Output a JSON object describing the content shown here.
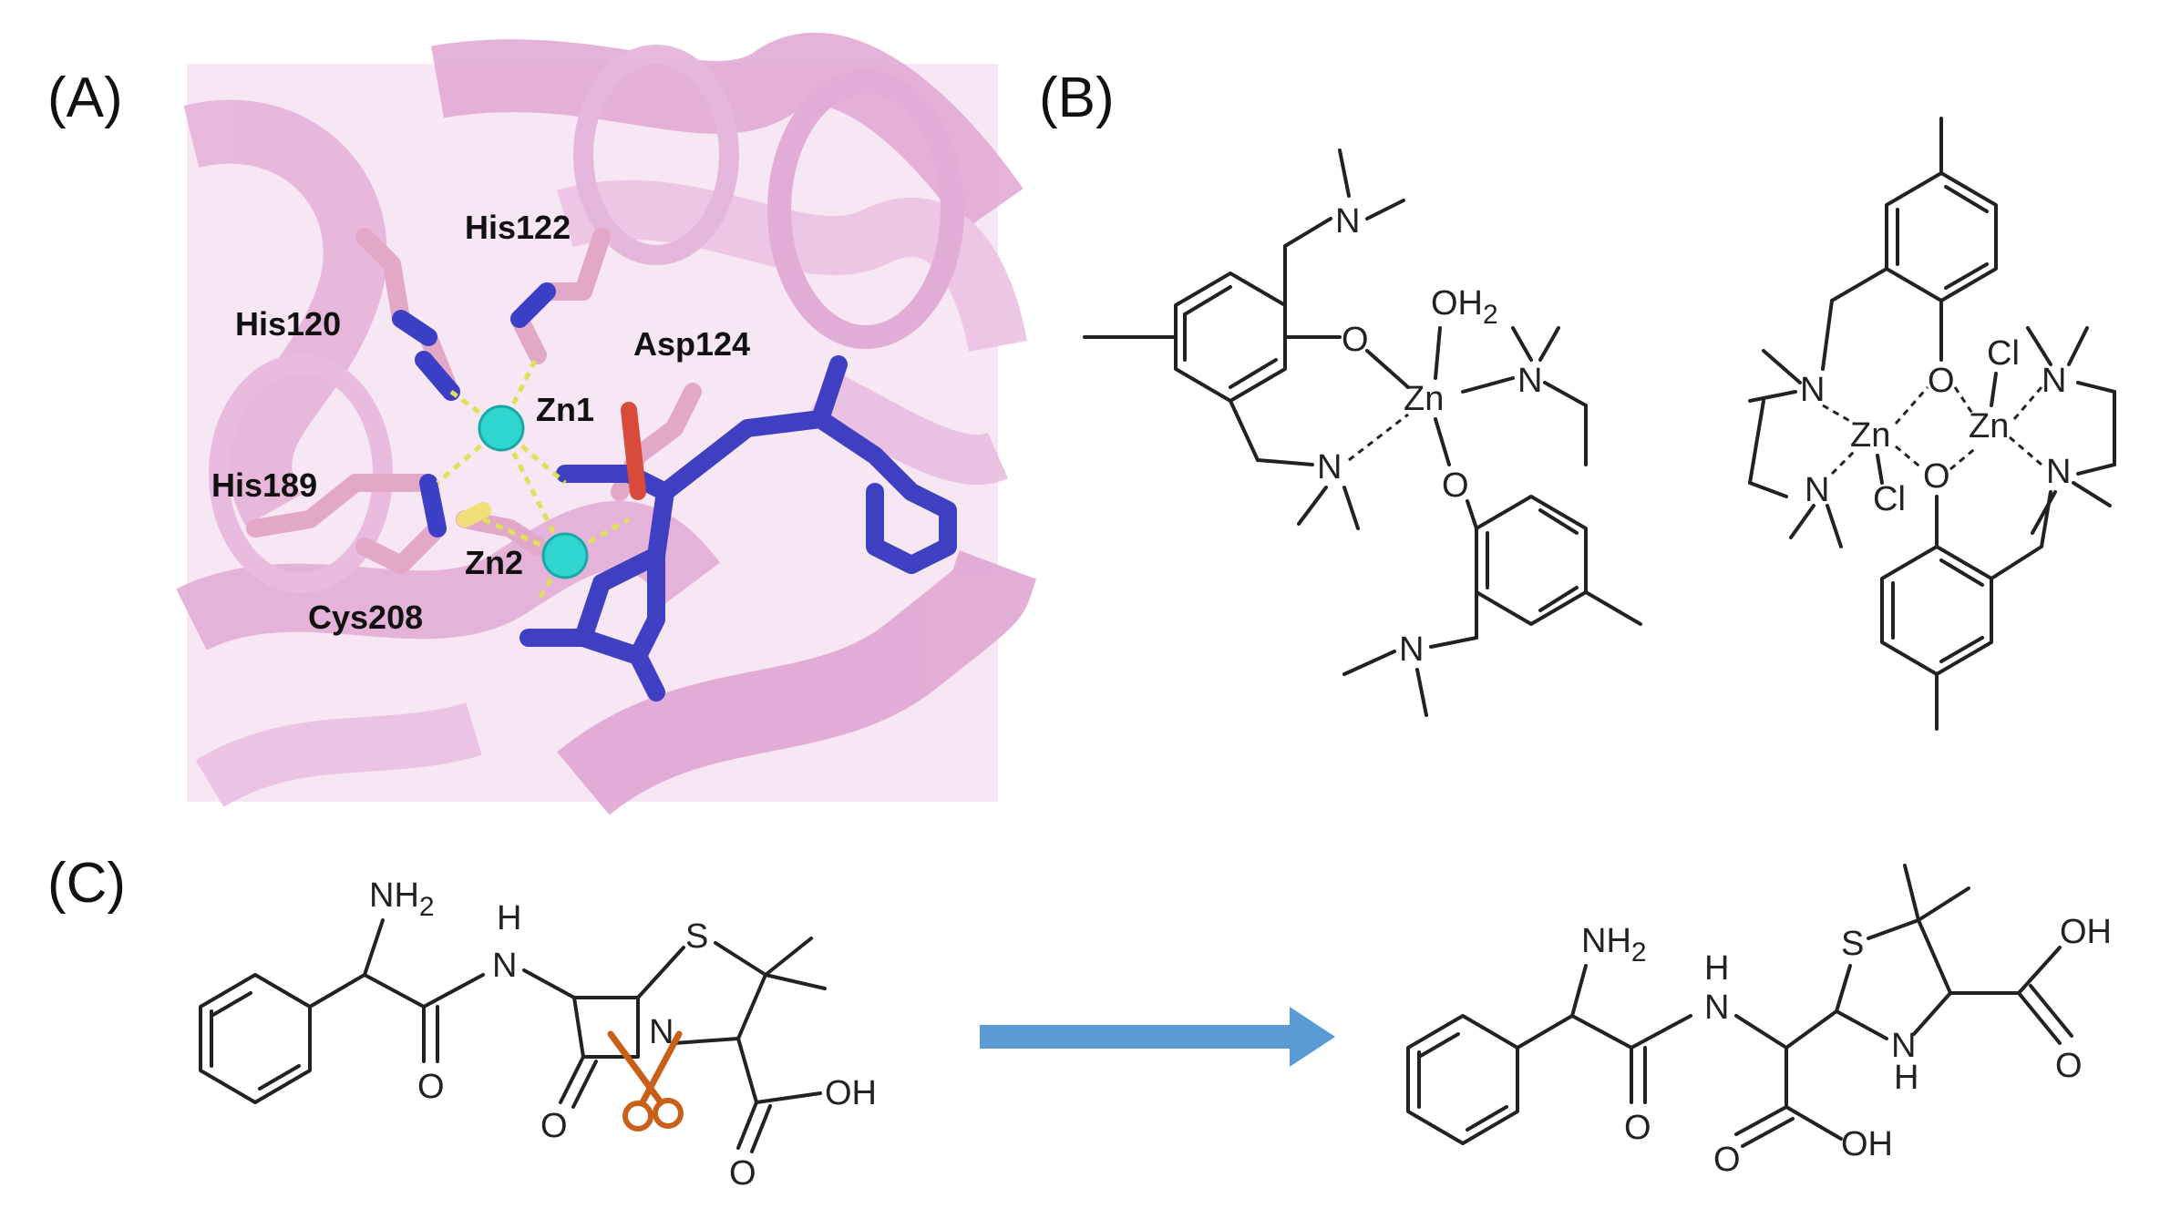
{
  "panels": {
    "a": {
      "label": "(A)",
      "residues": [
        "His122",
        "His120",
        "Asp124",
        "Zn1",
        "His189",
        "Zn2",
        "Cys208"
      ]
    },
    "b": {
      "label": "(B)"
    },
    "c": {
      "label": "(C)"
    }
  },
  "atoms": {
    "nh2": "NH",
    "h": "H",
    "n": "N",
    "o": "O",
    "s": "S",
    "oh": "OH",
    "zn": "Zn",
    "cl": "Cl",
    "oh2": "OH",
    "sub2": "2"
  },
  "colors": {
    "protein": "#e8b4dc",
    "sticks_pink": "#e3a7c8",
    "nitrogen": "#3a3fc6",
    "ligand": "#3f3fc2",
    "zinc": "#2fd6d0",
    "hbond": "#e0e05a",
    "arrow": "#5b9bd5",
    "scissors": "#c8601a"
  }
}
